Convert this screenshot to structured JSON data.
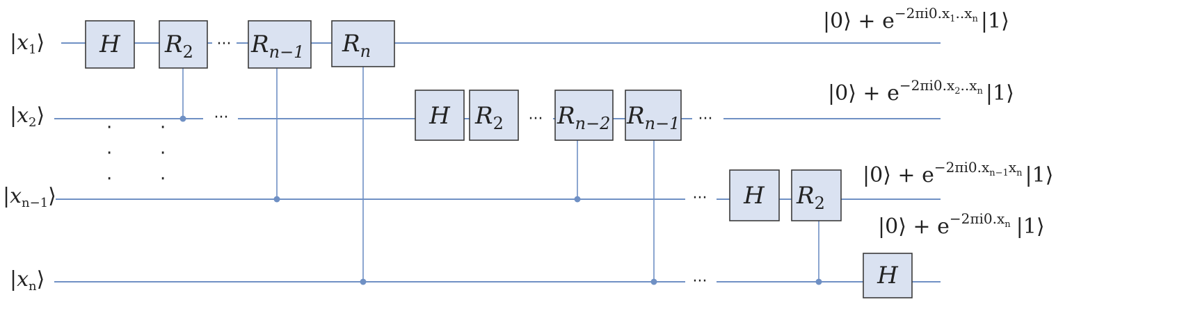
{
  "inputs": [
    {
      "ket_open": "|",
      "var": "x",
      "sub": "1",
      "ket_close": "⟩"
    },
    {
      "ket_open": "|",
      "var": "x",
      "sub": "2",
      "ket_close": "⟩"
    },
    {
      "ket_open": "|",
      "var": "x",
      "sub": "n−1",
      "ket_close": "⟩"
    },
    {
      "ket_open": "|",
      "var": "x",
      "sub": "n",
      "ket_close": "⟩"
    }
  ],
  "gates": {
    "h": "H",
    "r_letter": "R",
    "r2_sub": "2",
    "rn1_sub": "n−1",
    "rn_sub": "n",
    "rn2_sub": "n−2"
  },
  "ellipsis": "···",
  "vertical_dot": "·",
  "outputs": [
    {
      "lead": "|0⟩ + e",
      "exp": "−2πi0.x",
      "exp_s1": "1",
      "exp_mid": "..x",
      "exp_s2": "n",
      "tail": "|1⟩"
    },
    {
      "lead": "|0⟩ + e",
      "exp": "−2πi0.x",
      "exp_s1": "2",
      "exp_mid": "..x",
      "exp_s2": "n",
      "tail": "|1⟩"
    },
    {
      "lead": "|0⟩ + e",
      "exp": "−2πi0.x",
      "exp_s1": "n−1",
      "exp_mid": "x",
      "exp_s2": "n",
      "tail": "|1⟩"
    },
    {
      "lead": "|0⟩ + e",
      "exp": "−2πi0.x",
      "exp_s1": "n",
      "exp_mid": "",
      "exp_s2": "",
      "tail": "|1⟩"
    }
  ],
  "colors": {
    "wire": "#6f90c4",
    "gate_fill": "#dae2f1",
    "gate_stroke": "#3a3a3a"
  }
}
